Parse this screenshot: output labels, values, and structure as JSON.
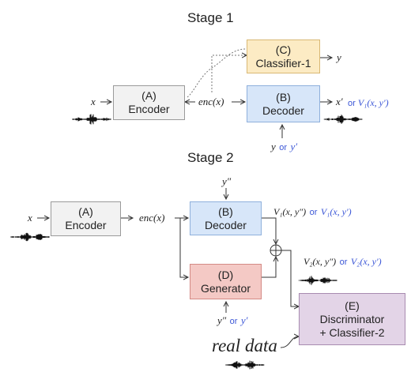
{
  "stage1": {
    "title": "Stage 1",
    "encoder": {
      "letter": "(A)",
      "name": "Encoder"
    },
    "classifier": {
      "letter": "(C)",
      "name": "Classifier-1"
    },
    "decoder": {
      "letter": "(B)",
      "name": "Decoder"
    },
    "input_label": "x",
    "enc_label": "enc(x)",
    "classifier_out": "y",
    "decoder_out": "x′",
    "decoder_out_alt_or": "or",
    "decoder_out_alt": "V₁(x, y′)",
    "cond_label": "y",
    "cond_or": "or",
    "cond_alt": "y′"
  },
  "stage2": {
    "title": "Stage 2",
    "encoder": {
      "letter": "(A)",
      "name": "Encoder"
    },
    "decoder": {
      "letter": "(B)",
      "name": "Decoder"
    },
    "generator": {
      "letter": "(D)",
      "name": "Generator"
    },
    "discriminator": {
      "letter": "(E)",
      "name": "Discriminator",
      "name2": "+ Classifier-2"
    },
    "input_label": "x",
    "enc_label": "enc(x)",
    "decoder_cond": "y″",
    "decoder_out": "V₁(x, y″)",
    "decoder_out_or": "or",
    "decoder_out_alt": "V₁(x, y′)",
    "sum_out": "V₂(x, y″)",
    "sum_out_or": "or",
    "sum_out_alt": "V₂(x, y′)",
    "gen_cond": "y″",
    "gen_cond_or": "or",
    "gen_cond_alt": "y′",
    "real_data": "real data"
  },
  "colors": {
    "encoder": "#f2f2f2",
    "classifier": "#fcebc4",
    "decoder": "#d7e6f9",
    "generator": "#f4c9c5",
    "discriminator": "#e3d4e7",
    "alt_text": "#3a55d6"
  },
  "icons": [
    "waveform-icon",
    "sum-icon"
  ]
}
